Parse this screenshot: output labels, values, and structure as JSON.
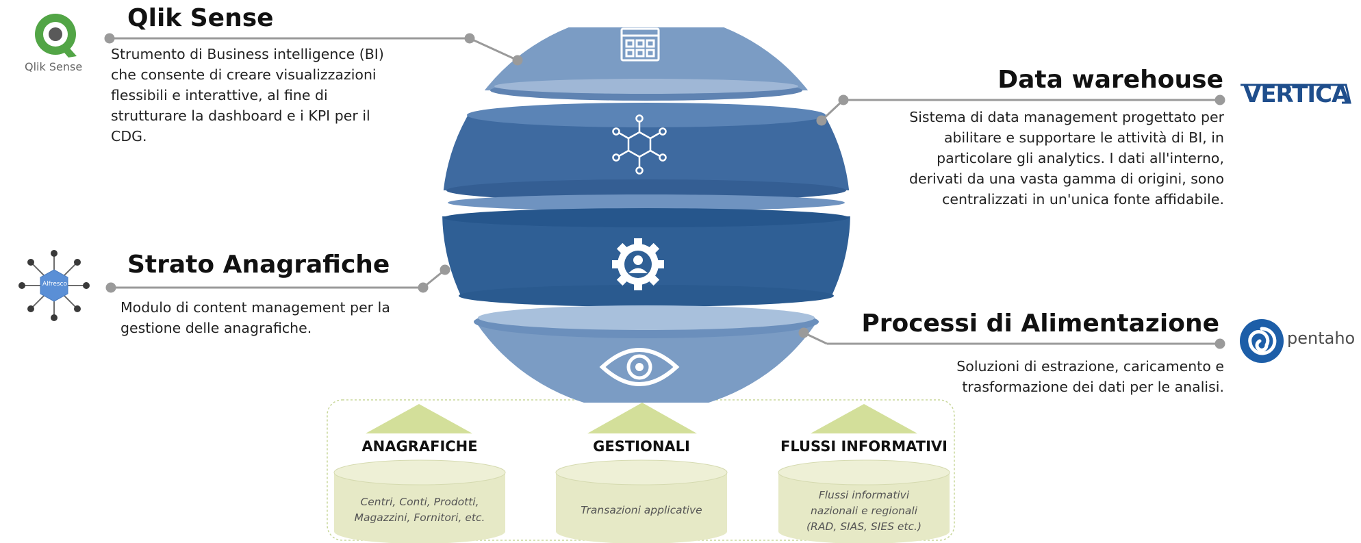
{
  "sections": {
    "qlik": {
      "title": "Qlik Sense",
      "lines": [
        "Strumento di Business intelligence (BI)",
        "che consente di creare visualizzazioni",
        "flessibili e interattive, al fine di",
        "strutturare la dashboard e i KPI per il",
        "CDG."
      ]
    },
    "warehouse": {
      "title": "Data warehouse",
      "lines": [
        "Sistema di data management progettato per",
        "abilitare e supportare le attività di BI, in",
        "particolare gli analytics. I dati all'interno,",
        "derivati da una vasta gamma di origini, sono",
        "centralizzati in un'unica fonte affidabile."
      ]
    },
    "anagrafiche": {
      "title": "Strato Anagrafiche",
      "lines": [
        "Modulo di content management per la",
        "gestione delle anagrafiche."
      ]
    },
    "alimentazione": {
      "title": "Processi di Alimentazione",
      "lines": [
        "Soluzioni di estrazione, caricamento e",
        "trasformazione dei dati per le analisi."
      ]
    }
  },
  "logos": {
    "qlik": {
      "text": "Qlik Sense",
      "icon": "qlik-logo-icon",
      "color": "#52a546"
    },
    "vertica": {
      "text": "VERTICA",
      "color": "#1f4e8c"
    },
    "alfresco": {
      "text": "Alfresco",
      "icon": "hub-network-icon",
      "color": "#5a8fd6"
    },
    "pentaho": {
      "text": "pentaho",
      "icon": "spiral-icon",
      "color": "#1d5ea8"
    }
  },
  "globe": {
    "layers": [
      {
        "icon": "dashboard-icon",
        "color": "#7b9cc4"
      },
      {
        "icon": "network-hexagon-icon",
        "color": "#3e6aa0"
      },
      {
        "icon": "gear-user-icon",
        "color": "#2f5f95"
      },
      {
        "icon": "eye-icon",
        "color": "#7b9cc4"
      }
    ]
  },
  "sources": [
    {
      "title": "ANAGRAFICHE",
      "lines": [
        "Centri, Conti, Prodotti,",
        "Magazzini, Fornitori, etc."
      ]
    },
    {
      "title": "GESTIONALI",
      "lines": [
        "Transazioni applicative"
      ]
    },
    {
      "title": "FLUSSI INFORMATIVI",
      "lines": [
        "Flussi informativi",
        "nazionali e regionali",
        "(RAD, SIAS, SIES etc.)"
      ]
    }
  ],
  "colors": {
    "connector": "#9a9a9a",
    "source_fill": "#e6e9c6",
    "arrow_fill": "#d3df9a",
    "source_border": "#c8d79a"
  }
}
